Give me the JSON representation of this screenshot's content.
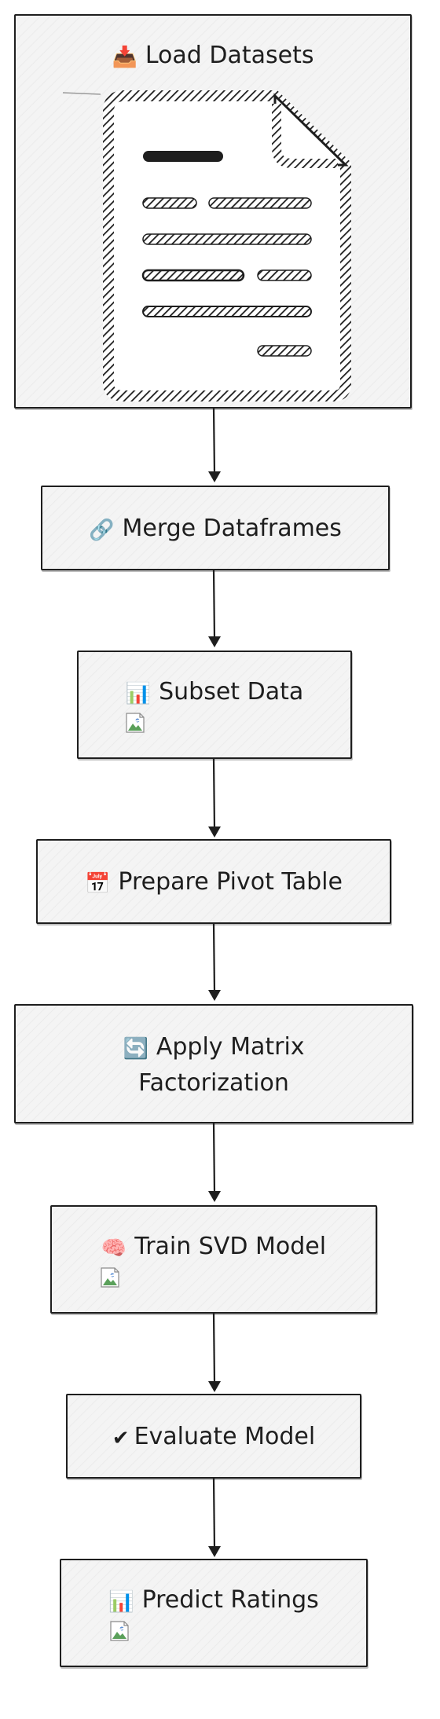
{
  "nodes": [
    {
      "id": "load",
      "emoji": "📥",
      "label": "Load Datasets"
    },
    {
      "id": "merge",
      "emoji": "🔗",
      "label": "Merge Dataframes"
    },
    {
      "id": "subset",
      "emoji": "📊",
      "label": "Subset Data"
    },
    {
      "id": "pivot",
      "emoji": "📅",
      "label": "Prepare Pivot Table"
    },
    {
      "id": "matrix",
      "emoji": "🔄",
      "label_line1": "Apply Matrix",
      "label_line2": "Factorization"
    },
    {
      "id": "train",
      "emoji": "🧠",
      "label": "Train SVD Model"
    },
    {
      "id": "evaluate",
      "emoji": "✔",
      "label": "Evaluate Model"
    },
    {
      "id": "predict",
      "emoji": "📊",
      "label": "Predict Ratings"
    }
  ],
  "icons": {
    "document": "document-icon",
    "broken_image": "broken-image-icon"
  }
}
